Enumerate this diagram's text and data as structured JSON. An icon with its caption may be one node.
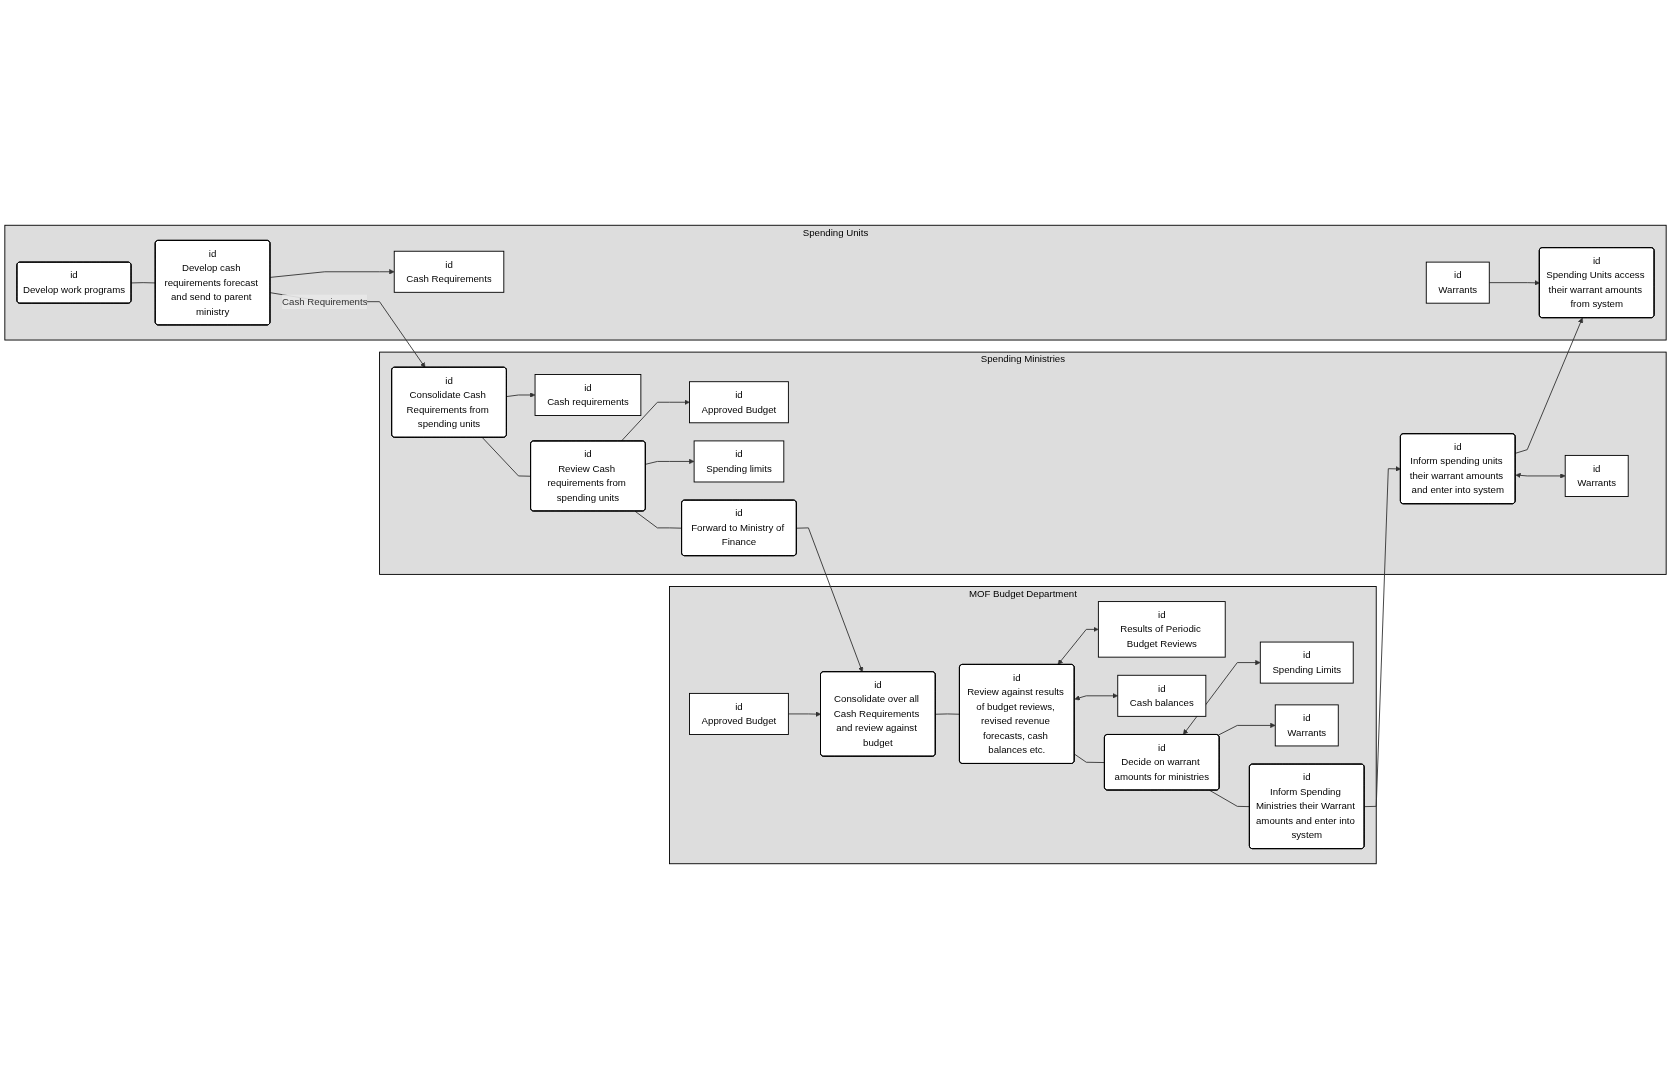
{
  "diagram": {
    "nodes": [
      {
        "text": [
          "MOF Budget Department"
        ]
      },
      {
        "text": [
          "id",
          "Approved Budget"
        ],
        "in": 0
      },
      {
        "text": [
          "id",
          "Consolidate over all Cash Requirements and review against budget"
        ],
        "in": 0
      },
      {
        "text": [
          "id",
          "Results of Periodic Budget Reviews"
        ],
        "in": 0
      },
      {
        "text": [
          "id",
          "Review against results of budget reviews, revised revenue forecasts, cash balances etc."
        ],
        "in": 0
      },
      {
        "text": [
          "id",
          "Cash balances"
        ],
        "in": 0
      },
      {
        "text": [
          "id",
          "Spending Limits"
        ],
        "in": 0
      },
      {
        "text": [
          "id",
          "Decide on warrant amounts for ministries"
        ],
        "in": 0
      },
      {
        "text": [
          "id",
          "Warrants"
        ],
        "in": 0
      },
      {
        "text": [
          "id",
          "Inform Spending Ministries their Warrant amounts and enter into system"
        ],
        "in": 0
      },
      {
        "text": [
          "Spending Ministries"
        ]
      },
      {
        "text": [
          "id",
          "Cash requirements"
        ],
        "in": 10
      },
      {
        "text": [
          "id",
          "Consolidate Cash Requirements from spending units"
        ],
        "in": 10
      },
      {
        "text": [
          "id",
          "Approved Budget"
        ],
        "in": 10
      },
      {
        "text": [
          "id",
          "Spending limits"
        ],
        "in": 10
      },
      {
        "text": [
          "id",
          "Review Cash requirements from spending units"
        ],
        "in": 10
      },
      {
        "text": [
          "id",
          "Forward to Ministry of Finance"
        ],
        "in": 10
      },
      {
        "text": [
          "id",
          "Warrants"
        ],
        "in": 10
      },
      {
        "text": [
          "id",
          "Inform spending units their warrant amounts and enter into system"
        ],
        "in": 10
      },
      {
        "text": [
          "Spending Units"
        ]
      },
      {
        "text": [
          "id",
          "Develop work programs"
        ],
        "in": 19
      },
      {
        "text": [
          "id",
          "Cash Requirements"
        ],
        "in": 19
      },
      {
        "text": [
          "id",
          "Develop cash requirements forecast and send to parent ministry"
        ],
        "in": 19
      },
      {
        "text": [
          "id",
          "Warrants"
        ],
        "in": 19
      },
      {
        "text": [
          "id",
          "Spending Units access their warrant amounts from system"
        ],
        "in": 19
      }
    ],
    "edges": [
      {
        "from": 1,
        "to": 2,
        "arrow": "to"
      },
      {
        "from": 2,
        "to": 4,
        "arrow": "none"
      },
      {
        "from": 4,
        "to": 3,
        "arrow": "both"
      },
      {
        "from": 4,
        "to": 5,
        "arrow": "both"
      },
      {
        "from": 4,
        "to": 7,
        "arrow": "none"
      },
      {
        "from": 7,
        "to": 6,
        "arrow": "both"
      },
      {
        "from": 7,
        "to": 8,
        "arrow": "to"
      },
      {
        "from": 7,
        "to": 9,
        "arrow": "none"
      },
      {
        "from": 16,
        "to": 2,
        "arrow": "to"
      },
      {
        "from": 12,
        "to": 11,
        "arrow": "to"
      },
      {
        "from": 22,
        "to": 12,
        "arrow": "to",
        "label": "Cash Requirements"
      },
      {
        "from": 12,
        "to": 15,
        "arrow": "none"
      },
      {
        "from": 15,
        "to": 13,
        "arrow": "to"
      },
      {
        "from": 15,
        "to": 14,
        "arrow": "to"
      },
      {
        "from": 15,
        "to": 16,
        "arrow": "none"
      },
      {
        "from": 18,
        "to": 17,
        "arrow": "both"
      },
      {
        "from": 9,
        "to": 18,
        "arrow": "to"
      },
      {
        "from": 18,
        "to": 24,
        "arrow": "to"
      },
      {
        "from": 23,
        "to": 24,
        "arrow": "to"
      },
      {
        "from": 20,
        "to": 22,
        "arrow": "none"
      },
      {
        "from": 22,
        "to": 21,
        "arrow": "to"
      }
    ]
  }
}
